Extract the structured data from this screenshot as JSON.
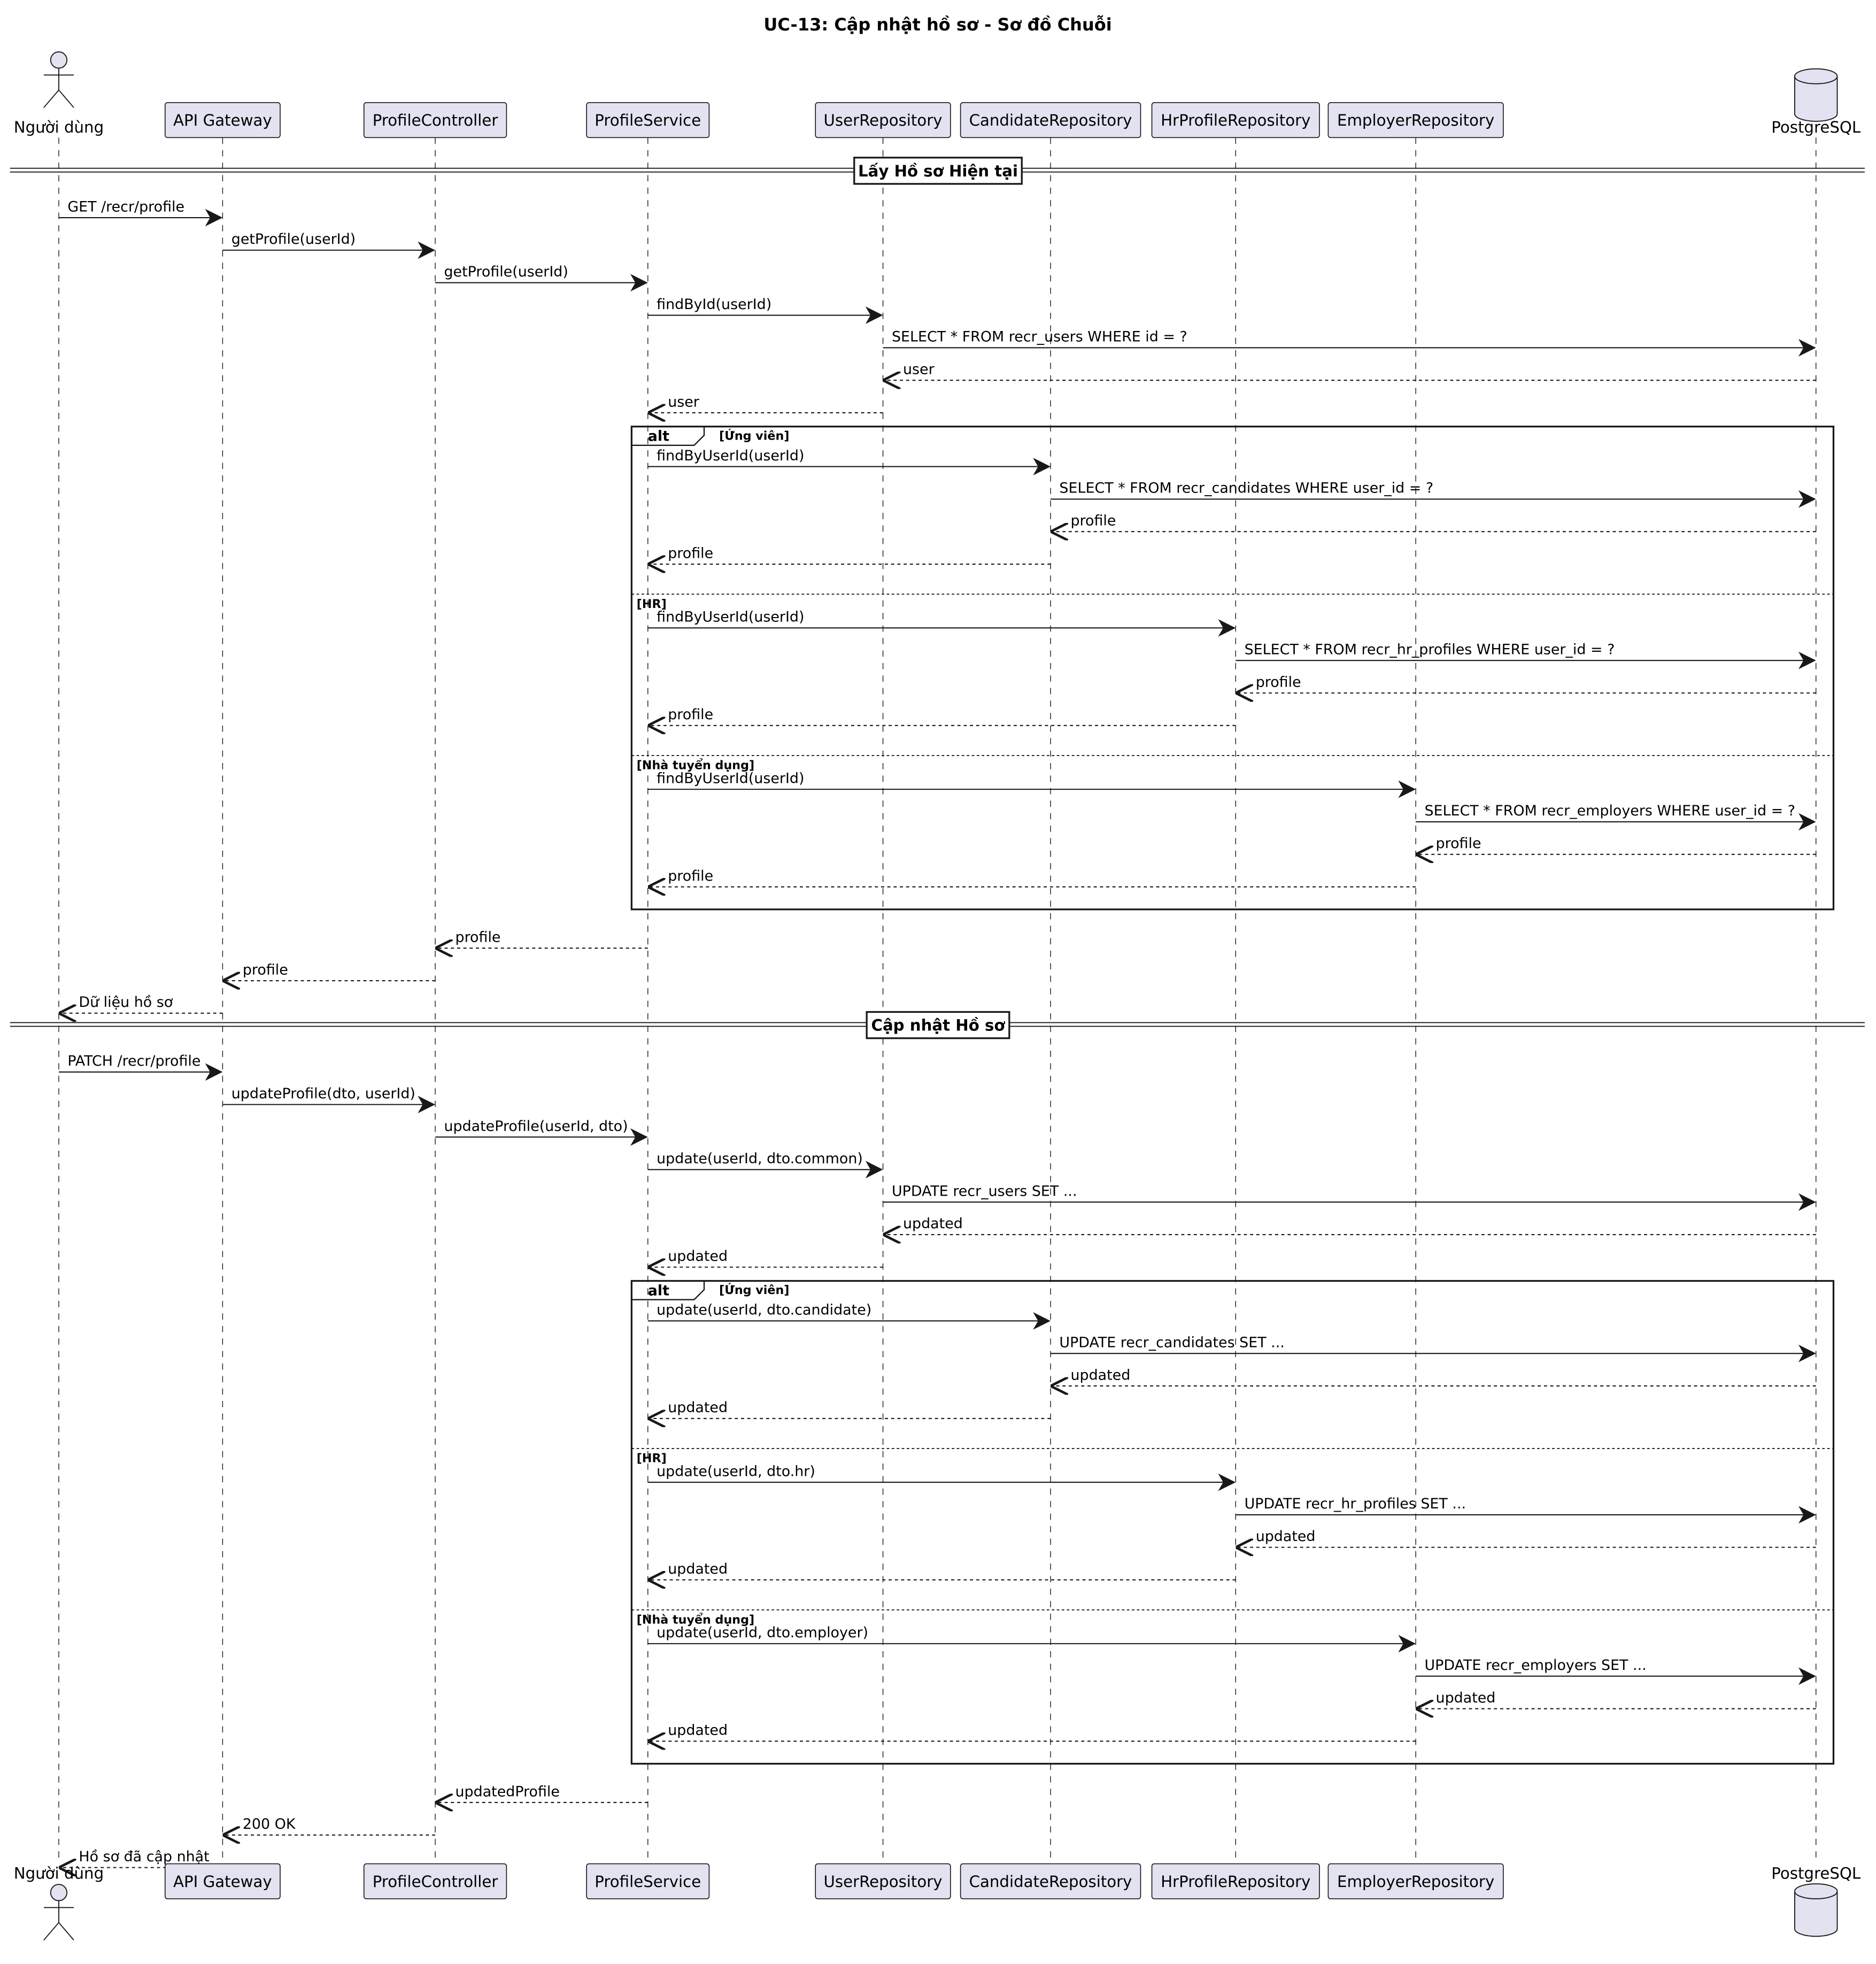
{
  "title": "UC-13: Cập nhật hồ sơ - Sơ đồ Chuỗi",
  "participants": [
    {
      "id": "user",
      "label": "Người dùng",
      "kind": "actor"
    },
    {
      "id": "gateway",
      "label": "API Gateway",
      "kind": "participant"
    },
    {
      "id": "controller",
      "label": "ProfileController",
      "kind": "participant"
    },
    {
      "id": "service",
      "label": "ProfileService",
      "kind": "participant"
    },
    {
      "id": "userrepo",
      "label": "UserRepository",
      "kind": "participant"
    },
    {
      "id": "candrepo",
      "label": "CandidateRepository",
      "kind": "participant"
    },
    {
      "id": "hrrepo",
      "label": "HrProfileRepository",
      "kind": "participant"
    },
    {
      "id": "emprepo",
      "label": "EmployerRepository",
      "kind": "participant"
    },
    {
      "id": "db",
      "label": "PostgreSQL",
      "kind": "database"
    }
  ],
  "sections": [
    {
      "divider": "Lấy Hồ sơ Hiện tại",
      "messages_before": [
        {
          "from": "user",
          "to": "gateway",
          "label": "GET /recr/profile",
          "style": "sync"
        },
        {
          "from": "gateway",
          "to": "controller",
          "label": "getProfile(userId)",
          "style": "sync"
        },
        {
          "from": "controller",
          "to": "service",
          "label": "getProfile(userId)",
          "style": "sync"
        },
        {
          "from": "service",
          "to": "userrepo",
          "label": "findById(userId)",
          "style": "sync"
        },
        {
          "from": "userrepo",
          "to": "db",
          "label": "SELECT * FROM recr_users WHERE id = ?",
          "style": "sync"
        },
        {
          "from": "db",
          "to": "userrepo",
          "label": "user",
          "style": "return"
        },
        {
          "from": "userrepo",
          "to": "service",
          "label": "user",
          "style": "return"
        }
      ],
      "alt": {
        "keyword": "alt",
        "branches": [
          {
            "guard": "[Ứng viên]",
            "messages": [
              {
                "from": "service",
                "to": "candrepo",
                "label": "findByUserId(userId)",
                "style": "sync"
              },
              {
                "from": "candrepo",
                "to": "db",
                "label": "SELECT * FROM recr_candidates WHERE user_id = ?",
                "style": "sync"
              },
              {
                "from": "db",
                "to": "candrepo",
                "label": "profile",
                "style": "return"
              },
              {
                "from": "candrepo",
                "to": "service",
                "label": "profile",
                "style": "return"
              }
            ]
          },
          {
            "guard": "[HR]",
            "messages": [
              {
                "from": "service",
                "to": "hrrepo",
                "label": "findByUserId(userId)",
                "style": "sync"
              },
              {
                "from": "hrrepo",
                "to": "db",
                "label": "SELECT * FROM recr_hr_profiles WHERE user_id = ?",
                "style": "sync"
              },
              {
                "from": "db",
                "to": "hrrepo",
                "label": "profile",
                "style": "return"
              },
              {
                "from": "hrrepo",
                "to": "service",
                "label": "profile",
                "style": "return"
              }
            ]
          },
          {
            "guard": "[Nhà tuyển dụng]",
            "messages": [
              {
                "from": "service",
                "to": "emprepo",
                "label": "findByUserId(userId)",
                "style": "sync"
              },
              {
                "from": "emprepo",
                "to": "db",
                "label": "SELECT * FROM recr_employers WHERE user_id = ?",
                "style": "sync"
              },
              {
                "from": "db",
                "to": "emprepo",
                "label": "profile",
                "style": "return"
              },
              {
                "from": "emprepo",
                "to": "service",
                "label": "profile",
                "style": "return"
              }
            ]
          }
        ]
      },
      "messages_after": [
        {
          "from": "service",
          "to": "controller",
          "label": "profile",
          "style": "return"
        },
        {
          "from": "controller",
          "to": "gateway",
          "label": "profile",
          "style": "return"
        },
        {
          "from": "gateway",
          "to": "user",
          "label": "Dữ liệu hồ sơ",
          "style": "return"
        }
      ]
    },
    {
      "divider": "Cập nhật Hồ sơ",
      "messages_before": [
        {
          "from": "user",
          "to": "gateway",
          "label": "PATCH /recr/profile",
          "style": "sync"
        },
        {
          "from": "gateway",
          "to": "controller",
          "label": "updateProfile(dto, userId)",
          "style": "sync"
        },
        {
          "from": "controller",
          "to": "service",
          "label": "updateProfile(userId, dto)",
          "style": "sync"
        },
        {
          "from": "service",
          "to": "userrepo",
          "label": "update(userId, dto.common)",
          "style": "sync"
        },
        {
          "from": "userrepo",
          "to": "db",
          "label": "UPDATE recr_users SET ...",
          "style": "sync"
        },
        {
          "from": "db",
          "to": "userrepo",
          "label": "updated",
          "style": "return"
        },
        {
          "from": "userrepo",
          "to": "service",
          "label": "updated",
          "style": "return"
        }
      ],
      "alt": {
        "keyword": "alt",
        "branches": [
          {
            "guard": "[Ứng viên]",
            "messages": [
              {
                "from": "service",
                "to": "candrepo",
                "label": "update(userId, dto.candidate)",
                "style": "sync"
              },
              {
                "from": "candrepo",
                "to": "db",
                "label": "UPDATE recr_candidates SET ...",
                "style": "sync"
              },
              {
                "from": "db",
                "to": "candrepo",
                "label": "updated",
                "style": "return"
              },
              {
                "from": "candrepo",
                "to": "service",
                "label": "updated",
                "style": "return"
              }
            ]
          },
          {
            "guard": "[HR]",
            "messages": [
              {
                "from": "service",
                "to": "hrrepo",
                "label": "update(userId, dto.hr)",
                "style": "sync"
              },
              {
                "from": "hrrepo",
                "to": "db",
                "label": "UPDATE recr_hr_profiles SET ...",
                "style": "sync"
              },
              {
                "from": "db",
                "to": "hrrepo",
                "label": "updated",
                "style": "return"
              },
              {
                "from": "hrrepo",
                "to": "service",
                "label": "updated",
                "style": "return"
              }
            ]
          },
          {
            "guard": "[Nhà tuyển dụng]",
            "messages": [
              {
                "from": "service",
                "to": "emprepo",
                "label": "update(userId, dto.employer)",
                "style": "sync"
              },
              {
                "from": "emprepo",
                "to": "db",
                "label": "UPDATE recr_employers SET ...",
                "style": "sync"
              },
              {
                "from": "db",
                "to": "emprepo",
                "label": "updated",
                "style": "return"
              },
              {
                "from": "emprepo",
                "to": "service",
                "label": "updated",
                "style": "return"
              }
            ]
          }
        ]
      },
      "messages_after": [
        {
          "from": "service",
          "to": "controller",
          "label": "updatedProfile",
          "style": "return"
        },
        {
          "from": "controller",
          "to": "gateway",
          "label": "200 OK",
          "style": "return"
        },
        {
          "from": "gateway",
          "to": "user",
          "label": "Hồ sơ đã cập nhật",
          "style": "return"
        }
      ]
    }
  ],
  "colors": {
    "participant_fill": "#E2E2F0",
    "participant_border": "#181818",
    "line": "#181818",
    "lifeline": "#181818",
    "background": "#FFFFFF"
  }
}
